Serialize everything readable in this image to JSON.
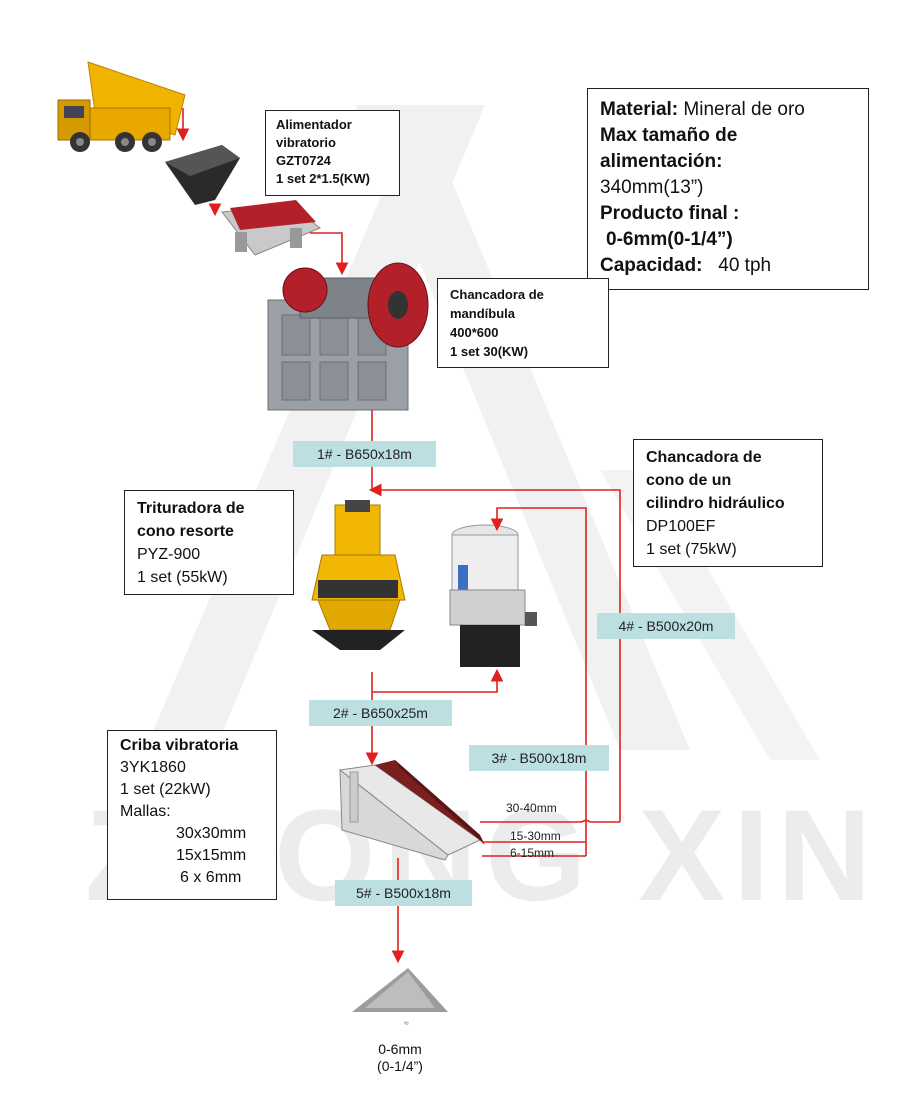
{
  "watermark": "ZHONG XIN",
  "spec": {
    "material_label": "Material:",
    "material_value": "Mineral de oro",
    "feed_label_1": "Max tamaño de",
    "feed_label_2": "alimentación:",
    "feed_value": "340mm(13”)",
    "product_label": "Producto final :",
    "product_value": "0-6mm(0-1/4”)",
    "capacity_label": "Capacidad:",
    "capacity_value": "40 tph"
  },
  "feeder": {
    "name_1": "Alimentador",
    "name_2": "vibratorio",
    "model": "GZT0724",
    "qty": "1 set 2*1.5(KW)"
  },
  "jaw": {
    "name_1": "Chancadora de",
    "name_2": "mandíbula",
    "model": "400*600",
    "qty": "1 set 30(KW)"
  },
  "spring_cone": {
    "name_1": "Trituradora de",
    "name_2": "cono resorte",
    "model": "PYZ-900",
    "qty": "1 set  (55kW)"
  },
  "hydraulic_cone": {
    "name_1": "Chancadora de",
    "name_2": "cono de un",
    "name_3": "cilindro hidráulico",
    "model": "DP100EF",
    "qty": "1 set  (75kW)"
  },
  "screen": {
    "name": "Criba vibratoria",
    "model": "3YK1860",
    "qty": "1 set  (22kW)",
    "mesh_label": "Mallas:",
    "mesh": [
      "30x30mm",
      "15x15mm",
      "6 x 6mm"
    ]
  },
  "belts": {
    "b1": "1# - B650x18m",
    "b2": "2# - B650x25m",
    "b3": "3# - B500x18m",
    "b4": "4# - B500x20m",
    "b5": "5# - B500x18m"
  },
  "screen_outputs": {
    "o1": "30-40mm",
    "o2": "15-30mm",
    "o3": "6-15mm"
  },
  "final_product": {
    "size": "0-6mm",
    "inch": "(0-1/4”)",
    "mark": "≈"
  },
  "colors": {
    "arrow": "#e02020",
    "tag": "#bcdfe1",
    "truck": "#f0b400",
    "crusher_red": "#b3202a",
    "machine_gray": "#9aa0a6",
    "cone_yellow": "#f2b705"
  }
}
